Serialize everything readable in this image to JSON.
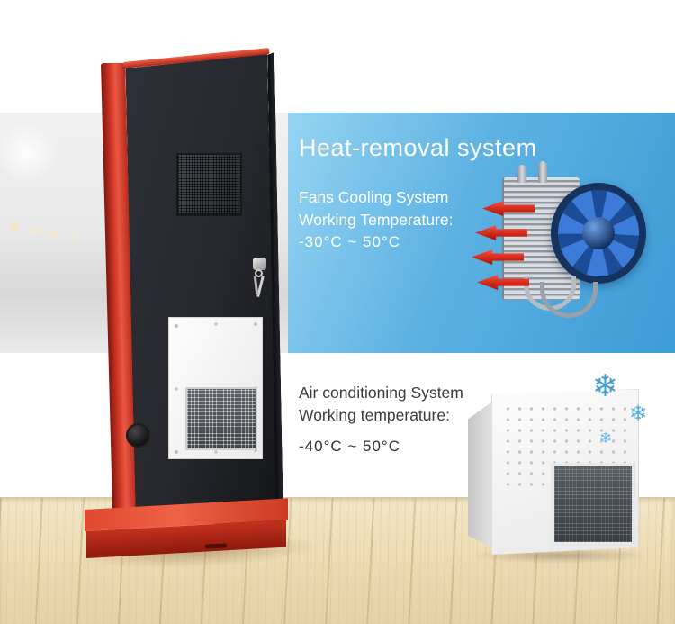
{
  "heat_section": {
    "title": "Heat-removal system",
    "line1": "Fans Cooling System",
    "line2": "Working Temperature:",
    "temperature": "-30°C ~ 50°C"
  },
  "ac_section": {
    "line1": "Air conditioning System",
    "line2": "Working temperature:",
    "temperature": "-40°C ~ 50°C"
  },
  "icons": {
    "snowflake": "❄"
  },
  "colors": {
    "panel_blue_start": "#96d4f2",
    "panel_blue_end": "#3d9bd6",
    "kiosk_red": "#d63a29",
    "kiosk_black": "#26282e",
    "arrow_red": "#d42919",
    "fan_blue": "#3c7bd8",
    "snowflake_blue": "#3d9bd6",
    "wood": "#ecd9b2"
  }
}
